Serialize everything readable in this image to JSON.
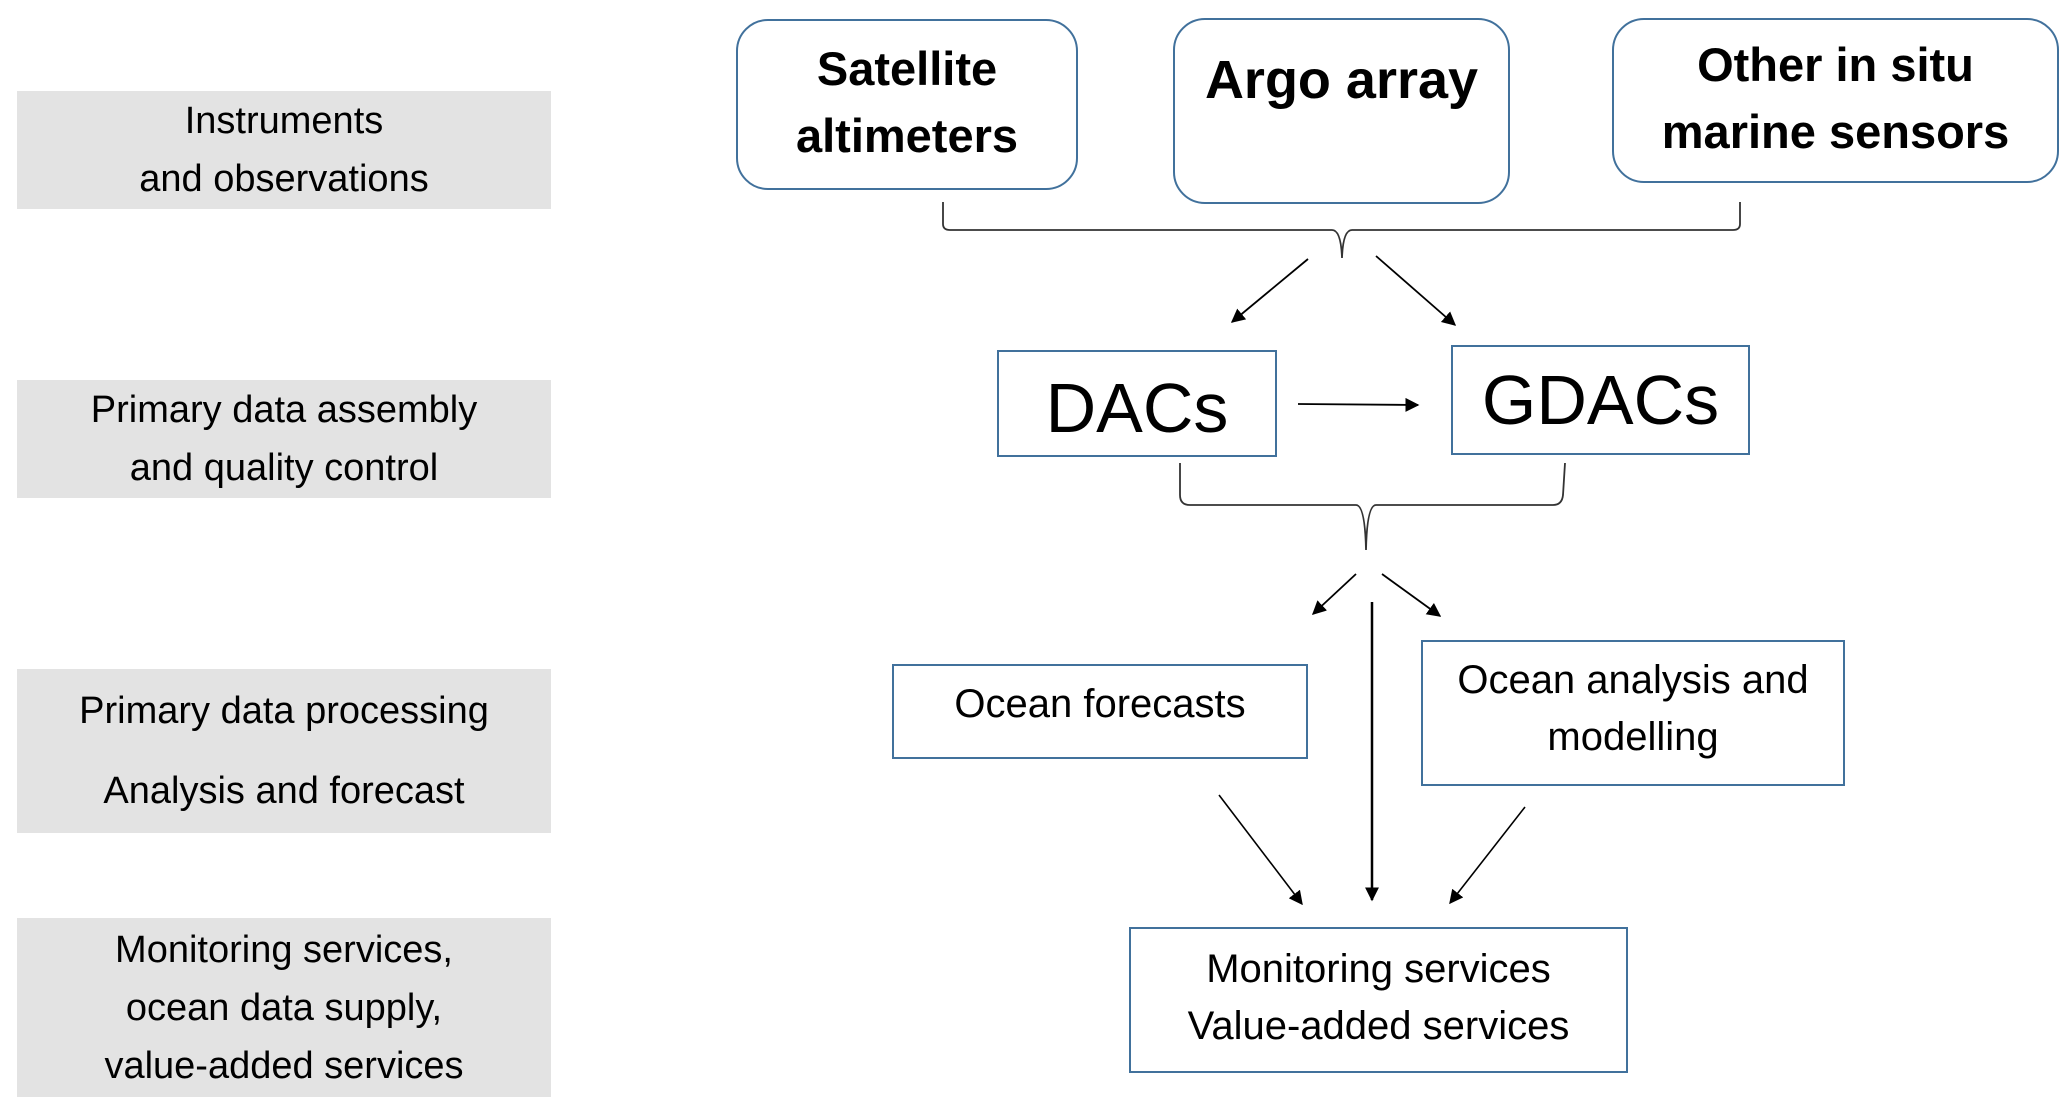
{
  "stage_labels": [
    {
      "lines": [
        "Instruments",
        "and observations"
      ]
    },
    {
      "lines": [
        "Primary data assembly",
        "and quality control"
      ]
    },
    {
      "lines": [
        "Primary data processing",
        "Analysis and forecast"
      ]
    },
    {
      "lines": [
        "Monitoring services,",
        "ocean data supply,",
        "value-added services"
      ]
    }
  ],
  "sources": {
    "satellite": {
      "lines": [
        "Satellite",
        "altimeters"
      ]
    },
    "argo": {
      "lines": [
        "Argo array"
      ]
    },
    "other": {
      "lines": [
        "Other in situ",
        "marine sensors"
      ]
    }
  },
  "assembly": {
    "dacs": {
      "label": "DACs"
    },
    "gdacs": {
      "label": "GDACs"
    }
  },
  "processing": {
    "forecasts": {
      "lines": [
        "Ocean forecasts"
      ]
    },
    "analysis": {
      "lines": [
        "Ocean analysis and",
        "modelling"
      ]
    }
  },
  "services": {
    "output": {
      "lines": [
        "Monitoring services",
        "Value-added services"
      ]
    }
  },
  "colors": {
    "node_border": "#41719C",
    "label_fill": "#E3E3E3",
    "connector": "#000000"
  }
}
